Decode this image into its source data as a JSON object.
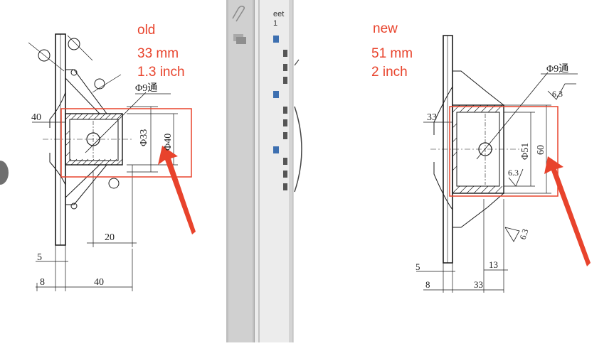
{
  "left": {
    "label": "old",
    "mm": "33 mm",
    "inch": "1.3 inch",
    "hole": "Φ9通",
    "d_inner": "Φ33",
    "d_outer": "Φ40",
    "dim_40_top": "40",
    "dim_20": "20",
    "dim_5": "5",
    "dim_8": "8",
    "dim_40_bottom": "40"
  },
  "right": {
    "label": "new",
    "mm": "51 mm",
    "inch": "2 inch",
    "hole": "Φ9通",
    "rough_1": "6.3",
    "rough_2": "6.3",
    "rough_3": "6.3",
    "dim_33_top": "33",
    "d_inner": "Φ51",
    "dim_60": "60",
    "dim_13": "13",
    "dim_5": "5",
    "dim_8": "8",
    "dim_33_bottom": "33"
  },
  "sheet_panel": {
    "line1": "eet",
    "line2": "1"
  },
  "colors": {
    "annotation_red": "#e8432c",
    "line": "#1a1a1a",
    "toolbar_gray": "#c8c8c8"
  }
}
